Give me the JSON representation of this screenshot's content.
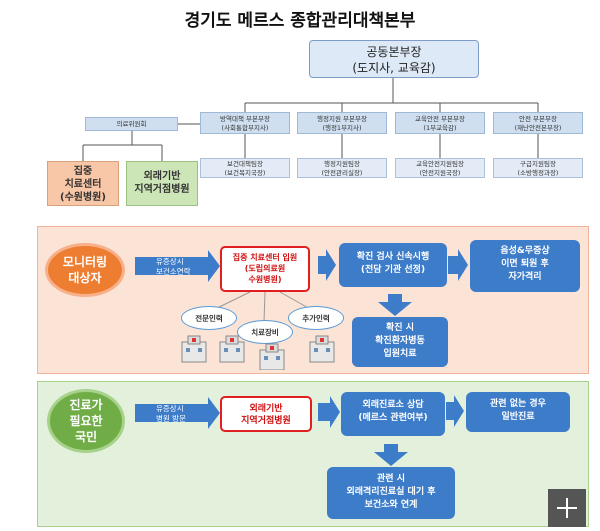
{
  "title": "경기도 메르스 종합관리대책본부",
  "hq": {
    "line1": "공동본부장",
    "line2": "(도지사, 교육감)"
  },
  "committee": "의료위원회",
  "subs": [
    {
      "l1": "방역대책 부본부장",
      "l2": "(사회통합부지사)",
      "team1": "보건대책팀장",
      "team2": "(보건복지국장)"
    },
    {
      "l1": "행정지원 부본부장",
      "l2": "(행정1부지사)",
      "team1": "행정지원팀장",
      "team2": "(안전관리실장)"
    },
    {
      "l1": "교육안전 부본부장",
      "l2": "(1부교육감)",
      "team1": "교육안전지원팀장",
      "team2": "(안전지원국장)"
    },
    {
      "l1": "안전 부본부장",
      "l2": "(재난안전본부장)",
      "team1": "구급지원팀장",
      "team2": "(소방행정과장)"
    }
  ],
  "hosp1": {
    "l1": "집중",
    "l2": "치료센터",
    "l3": "(수원병원)"
  },
  "hosp2": {
    "l1": "외래기반",
    "l2": "지역거점병원"
  },
  "flow1": {
    "circle_l1": "모니터링",
    "circle_l2": "대상자",
    "arrow_l1": "유증상시",
    "arrow_l2": "보건소연락",
    "red_l1": "집중 치료센터 입원",
    "red_l2": "(도립의료원",
    "red_l3": "수원병원)",
    "oval1": "전문인력",
    "oval2": "치료장비",
    "oval3": "추가인력",
    "box1_l1": "확진 검사 신속시행",
    "box1_l2": "(전담 기관 선정)",
    "box2_l1": "음성&무증상",
    "box2_l2": "이면 퇴원 후",
    "box2_l3": "자가격리",
    "box3_l1": "확진 시",
    "box3_l2": "확진환자병동",
    "box3_l3": "입원치료"
  },
  "flow2": {
    "circle_l1": "진료가",
    "circle_l2": "필요한",
    "circle_l3": "국민",
    "arrow_l1": "유증상시",
    "arrow_l2": "병원 방문",
    "red_l1": "외래기반",
    "red_l2": "지역거점병원",
    "box1_l1": "외래진료소 상담",
    "box1_l2": "(메르스 관련여부)",
    "box2_l1": "관련 없는 경우",
    "box2_l2": "일반진료",
    "box3_l1": "관련 시",
    "box3_l2": "외래격리진료실 대기 후",
    "box3_l3": "보건소와 연계"
  },
  "colors": {
    "orange": "#ed7d31",
    "green": "#70ad47",
    "blue": "#3d7cc9",
    "red": "#e02020"
  },
  "expand_icon": "plus-icon"
}
